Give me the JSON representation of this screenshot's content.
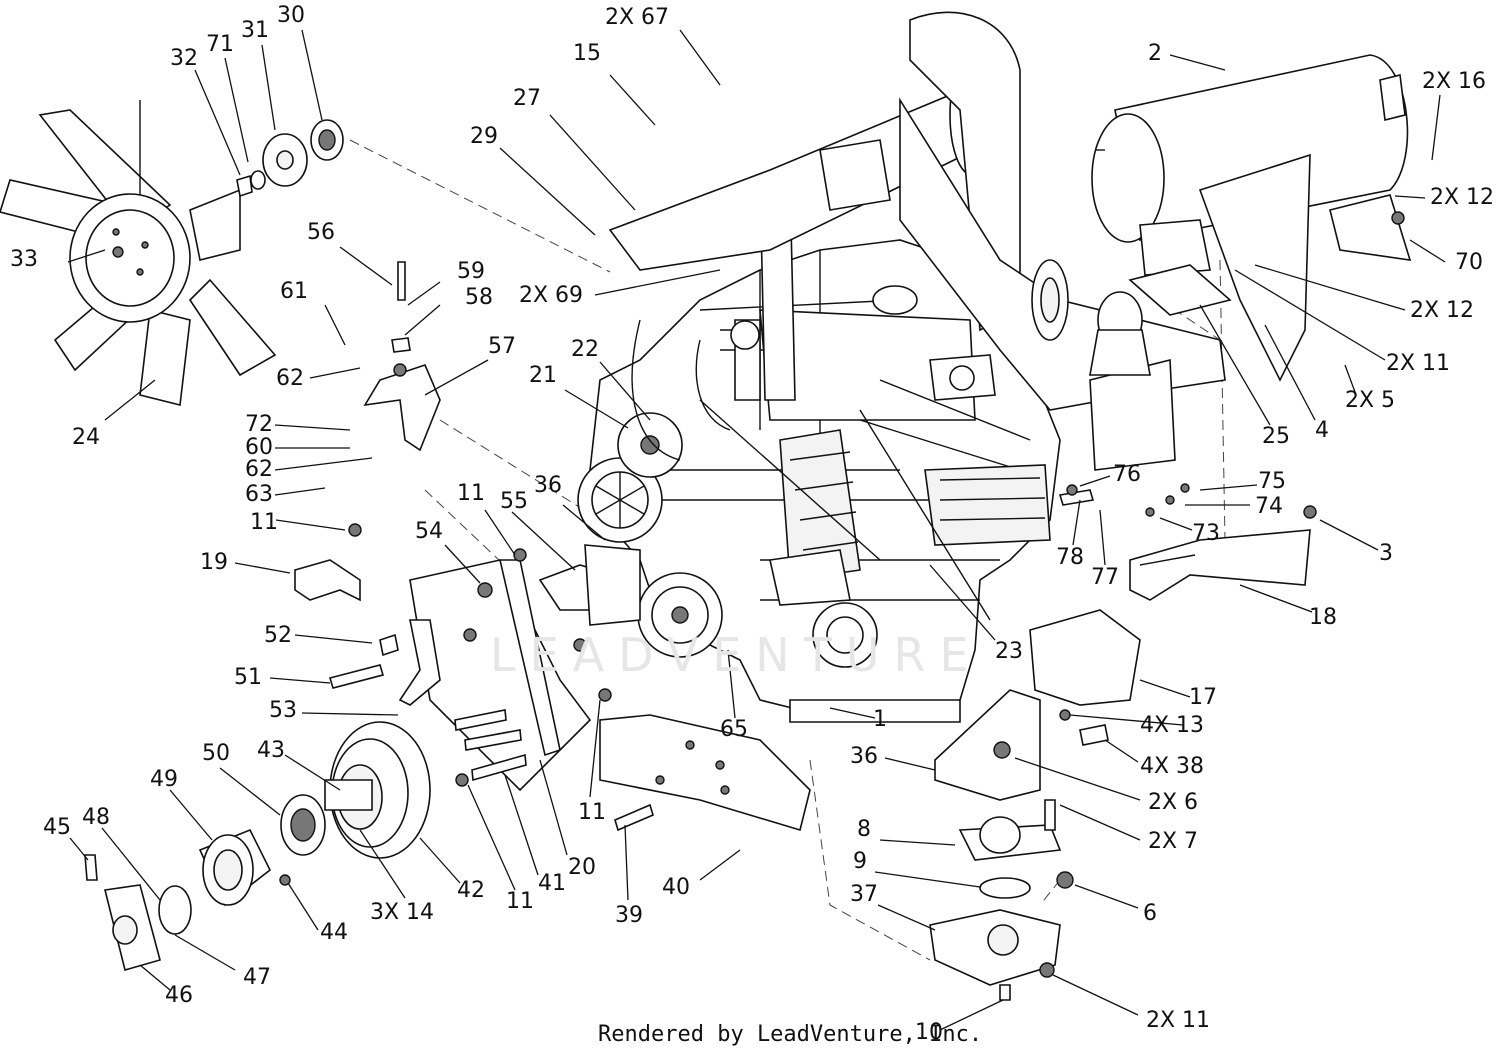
{
  "diagram": {
    "watermark": "LEADVENTURE",
    "footer": "Rendered by LeadVenture, Inc.",
    "callouts": [
      {
        "id": "c2x67",
        "text": "2X 67"
      },
      {
        "id": "c15",
        "text": "15"
      },
      {
        "id": "c2",
        "text": "2"
      },
      {
        "id": "c2x16",
        "text": "2X 16"
      },
      {
        "id": "c30",
        "text": "30"
      },
      {
        "id": "c31",
        "text": "31"
      },
      {
        "id": "c71",
        "text": "71"
      },
      {
        "id": "c32",
        "text": "32"
      },
      {
        "id": "c27",
        "text": "27"
      },
      {
        "id": "c29",
        "text": "29"
      },
      {
        "id": "c2x12a",
        "text": "2X 12"
      },
      {
        "id": "c33",
        "text": "33"
      },
      {
        "id": "c56",
        "text": "56"
      },
      {
        "id": "c2x69",
        "text": "2X 69"
      },
      {
        "id": "c70",
        "text": "70"
      },
      {
        "id": "c59",
        "text": "59"
      },
      {
        "id": "c61",
        "text": "61"
      },
      {
        "id": "c58",
        "text": "58"
      },
      {
        "id": "c2x12b",
        "text": "2X 12"
      },
      {
        "id": "c57",
        "text": "57"
      },
      {
        "id": "c22",
        "text": "22"
      },
      {
        "id": "c2x11a",
        "text": "2X 11"
      },
      {
        "id": "c62a",
        "text": "62"
      },
      {
        "id": "c21",
        "text": "21"
      },
      {
        "id": "c2x5",
        "text": "2X 5"
      },
      {
        "id": "c24",
        "text": "24"
      },
      {
        "id": "c72",
        "text": "72"
      },
      {
        "id": "c25",
        "text": "25"
      },
      {
        "id": "c4",
        "text": "4"
      },
      {
        "id": "c60",
        "text": "60"
      },
      {
        "id": "c62b",
        "text": "62"
      },
      {
        "id": "c76",
        "text": "76"
      },
      {
        "id": "c75",
        "text": "75"
      },
      {
        "id": "c63",
        "text": "63"
      },
      {
        "id": "c11a",
        "text": "11"
      },
      {
        "id": "c36a",
        "text": "36"
      },
      {
        "id": "c74",
        "text": "74"
      },
      {
        "id": "c55",
        "text": "55"
      },
      {
        "id": "c11b",
        "text": "11"
      },
      {
        "id": "c73",
        "text": "73"
      },
      {
        "id": "c3",
        "text": "3"
      },
      {
        "id": "c54",
        "text": "54"
      },
      {
        "id": "c78",
        "text": "78"
      },
      {
        "id": "c77",
        "text": "77"
      },
      {
        "id": "c19",
        "text": "19"
      },
      {
        "id": "c18",
        "text": "18"
      },
      {
        "id": "c52",
        "text": "52"
      },
      {
        "id": "c23",
        "text": "23"
      },
      {
        "id": "c51",
        "text": "51"
      },
      {
        "id": "c17",
        "text": "17"
      },
      {
        "id": "c53",
        "text": "53"
      },
      {
        "id": "c1",
        "text": "1"
      },
      {
        "id": "c4x13",
        "text": "4X 13"
      },
      {
        "id": "c65",
        "text": "65"
      },
      {
        "id": "c43",
        "text": "43"
      },
      {
        "id": "c50",
        "text": "50"
      },
      {
        "id": "c36b",
        "text": "36"
      },
      {
        "id": "c4x38",
        "text": "4X 38"
      },
      {
        "id": "c49",
        "text": "49"
      },
      {
        "id": "c2x6",
        "text": "2X 6"
      },
      {
        "id": "c11c",
        "text": "11"
      },
      {
        "id": "c2x7",
        "text": "2X 7"
      },
      {
        "id": "c45",
        "text": "45"
      },
      {
        "id": "c48",
        "text": "48"
      },
      {
        "id": "c8",
        "text": "8"
      },
      {
        "id": "c20",
        "text": "20"
      },
      {
        "id": "c9",
        "text": "9"
      },
      {
        "id": "c42",
        "text": "42"
      },
      {
        "id": "c41",
        "text": "41"
      },
      {
        "id": "c40",
        "text": "40"
      },
      {
        "id": "c37",
        "text": "37"
      },
      {
        "id": "c3x14",
        "text": "3X 14"
      },
      {
        "id": "c11d",
        "text": "11"
      },
      {
        "id": "c6",
        "text": "6"
      },
      {
        "id": "c39",
        "text": "39"
      },
      {
        "id": "c44",
        "text": "44"
      },
      {
        "id": "c47",
        "text": "47"
      },
      {
        "id": "c46",
        "text": "46"
      },
      {
        "id": "c10",
        "text": "10"
      },
      {
        "id": "c2x11b",
        "text": "2X 11"
      }
    ]
  }
}
